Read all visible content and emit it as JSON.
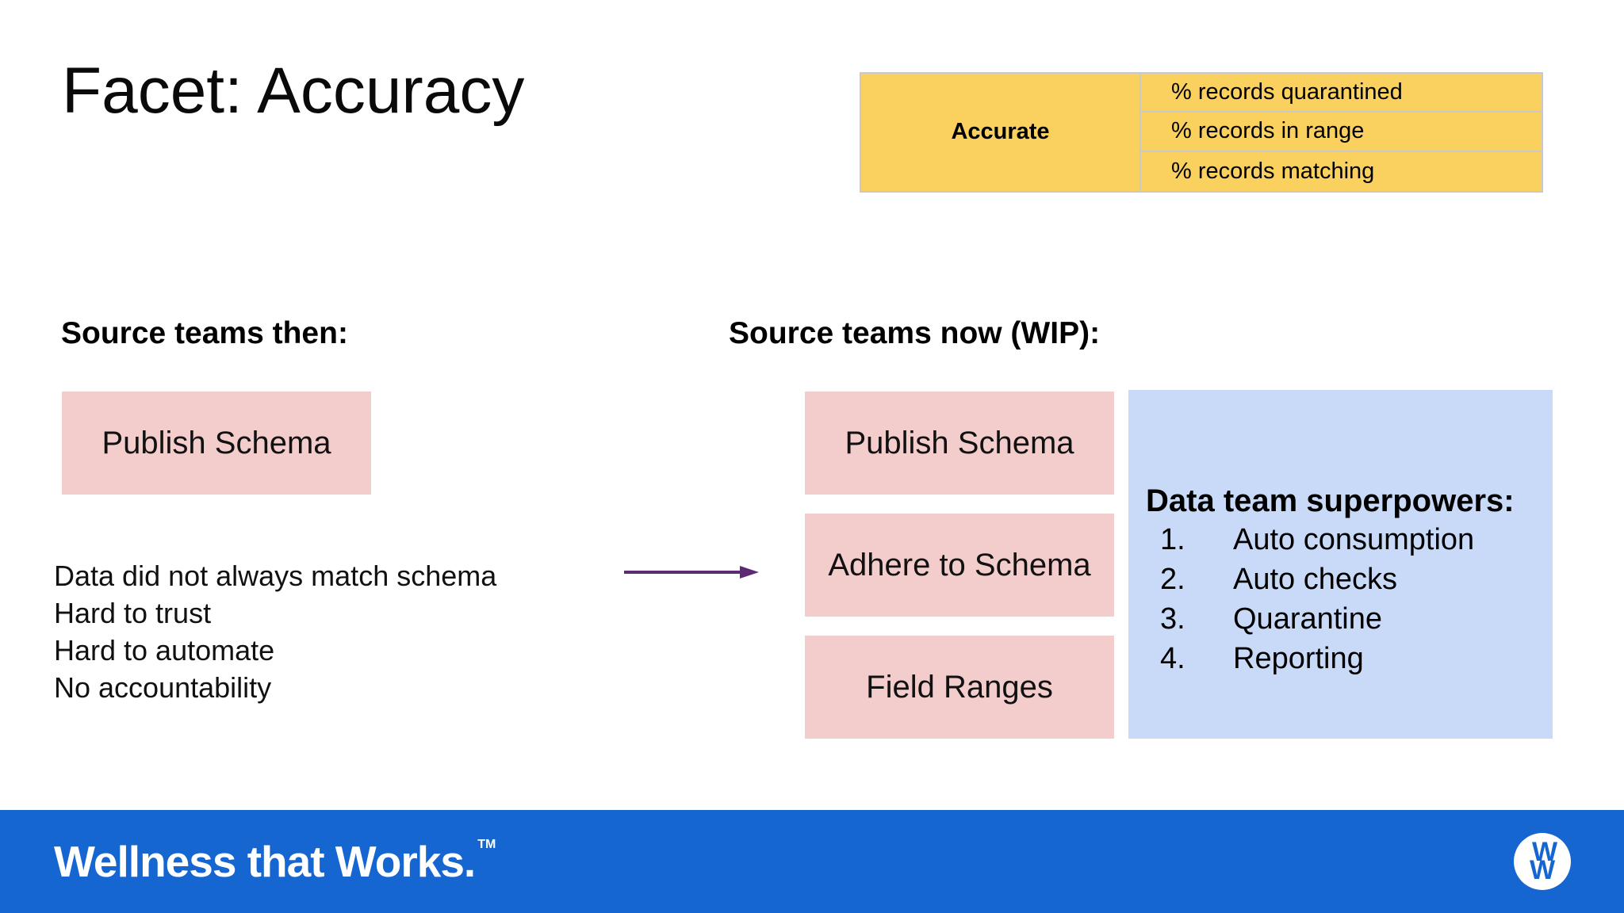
{
  "slide": {
    "title": "Facet: Accuracy"
  },
  "metric_table": {
    "row_header": "Accurate",
    "metrics": [
      "% records quarantined",
      "% records in range",
      "% records matching"
    ]
  },
  "then_section": {
    "heading": "Source teams then:",
    "box": "Publish Schema",
    "pain_points": [
      "Data did not always match schema",
      "Hard to trust",
      "Hard to automate",
      "No accountability"
    ]
  },
  "now_section": {
    "heading": "Source teams now (WIP):",
    "boxes": [
      "Publish Schema",
      "Adhere to Schema",
      "Field Ranges"
    ]
  },
  "superpowers": {
    "heading": "Data team superpowers:",
    "items": [
      {
        "n": "1.",
        "label": "Auto consumption"
      },
      {
        "n": "2.",
        "label": "Auto checks"
      },
      {
        "n": "3.",
        "label": "Quarantine"
      },
      {
        "n": "4.",
        "label": "Reporting"
      }
    ]
  },
  "footer": {
    "tagline": "Wellness that Works.",
    "trademark": "TM",
    "logo_letters": {
      "top": "W",
      "bottom": "W"
    }
  },
  "colors": {
    "table_yellow": "#FAD15E",
    "box_pink": "#F3CCCC",
    "panel_blue": "#C9DAF8",
    "footer_blue": "#1566D0",
    "arrow_purple": "#5D2A76",
    "table_border_gray": "#C9C9C9"
  }
}
